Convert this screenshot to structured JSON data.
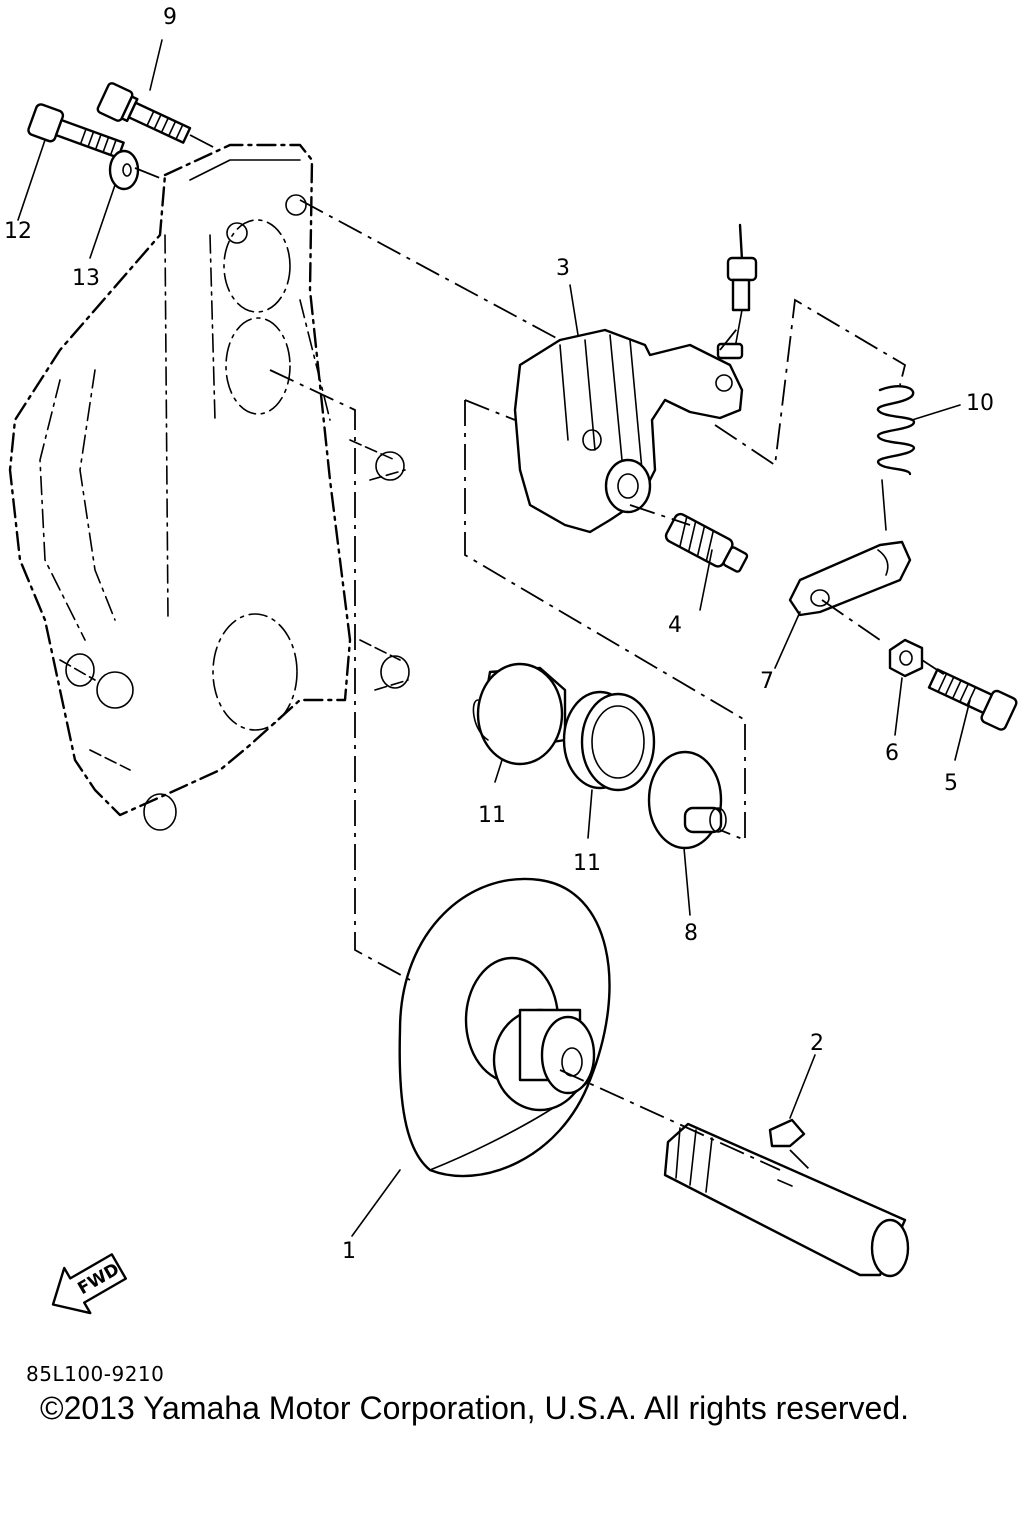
{
  "diagram": {
    "callouts": [
      "1",
      "2",
      "3",
      "4",
      "5",
      "6",
      "7",
      "8",
      "9",
      "10",
      "11",
      "11",
      "12",
      "13"
    ],
    "direction_badge": "FWD",
    "diagram_code": "85L100-9210"
  },
  "footer": {
    "copyright": "©2013 Yamaha Motor Corporation, U.S.A. All rights reserved."
  },
  "colors": {
    "ink": "#000000",
    "paper": "#ffffff"
  }
}
